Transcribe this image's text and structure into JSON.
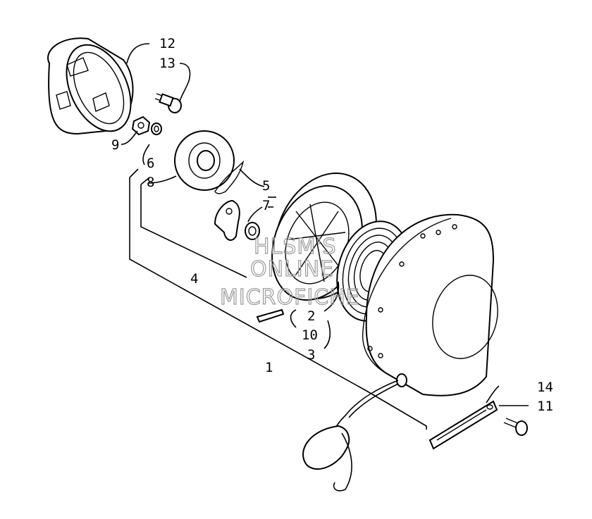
{
  "labels": {
    "l1": "1",
    "l2": "2",
    "l3": "3",
    "l4": "4",
    "l5": "5",
    "l6": "6",
    "l7": "7",
    "l8": "8",
    "l9": "9",
    "l10": "10",
    "l11": "11",
    "l12": "12",
    "l13": "13",
    "l14": "14"
  },
  "watermark": {
    "line1": "HLSM'S",
    "line2": "ONLINE",
    "line3": "MICROFICHE"
  }
}
